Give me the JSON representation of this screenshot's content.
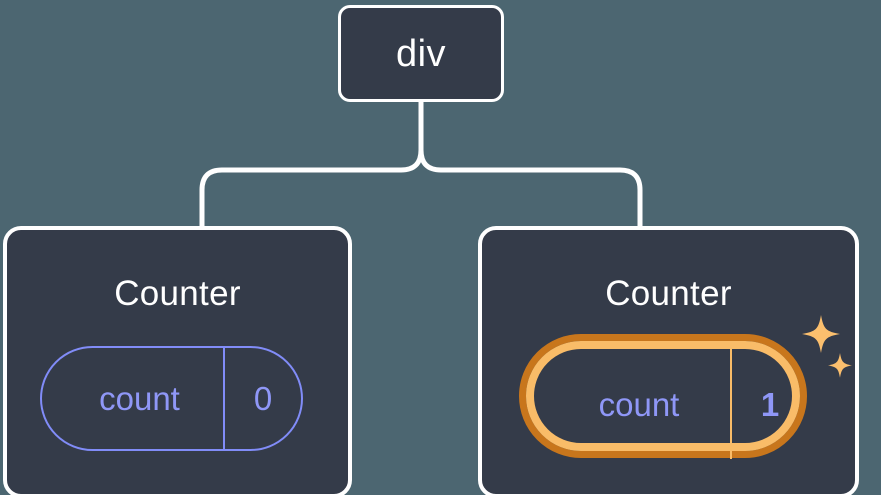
{
  "diagram": {
    "type": "component-tree",
    "title": "React component tree with state update highlight",
    "colors": {
      "background": "#4c6671",
      "node_fill": "#343b49",
      "node_border": "#ffffff",
      "connector": "#ffffff",
      "state_accent": "#818cf8",
      "highlight_outer": "#c8761c",
      "highlight_inner": "#f9bc68",
      "sparkle": "#fbbf6e"
    }
  },
  "root": {
    "label": "div"
  },
  "children": [
    {
      "label": "Counter",
      "state": {
        "key": "count",
        "value": "0"
      },
      "highlighted": false
    },
    {
      "label": "Counter",
      "state": {
        "key": "count",
        "value": "1"
      },
      "highlighted": true,
      "sparkle_icons": [
        "sparkle-large-icon",
        "sparkle-small-icon"
      ]
    }
  ]
}
